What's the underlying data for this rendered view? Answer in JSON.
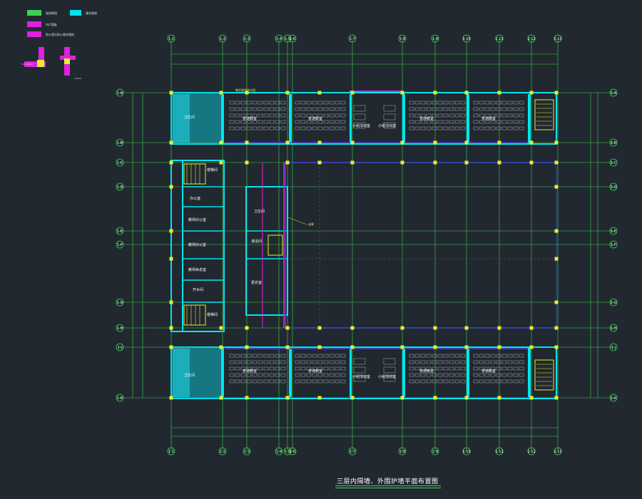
{
  "drawing": {
    "title": "三层内隔墙、外围护墙平面布置图"
  },
  "legend": {
    "items": [
      {
        "label": "轻质隔墙",
        "color": "#39d353"
      },
      {
        "label": "填充墙体",
        "color": "#00e5ee"
      },
      {
        "label": "ALC墙板",
        "color": "#e020e0"
      },
      {
        "label": "防火墙与防火卷帘墙体",
        "color": "#e020e0"
      }
    ]
  },
  "axes": {
    "vertical": [
      "1-1",
      "1-2",
      "1-3",
      "1-4",
      "1-5",
      "1-6",
      "1-7",
      "1-8",
      "1-9",
      "1-10",
      "1-11",
      "1-12",
      "1-13"
    ],
    "horizontal": [
      "1-A",
      "1-B",
      "1-C",
      "1-D",
      "1-E",
      "1-F",
      "1-G",
      "1-H",
      "1-J",
      "1-K"
    ]
  },
  "rooms": {
    "classrooms_top": [
      "普通教室",
      "普通教室",
      "普通教室",
      "普通教室"
    ],
    "classrooms_bottom": [
      "普通教室",
      "普通教室",
      "普通教室",
      "普通教室"
    ],
    "small_top": [
      "小组活动室",
      "小组活动室"
    ],
    "small_bottom": [
      "小组活动室",
      "小组活动室"
    ],
    "west": [
      "楼梯间",
      "办公室",
      "教师办公室",
      "教师办公室",
      "教师休息室",
      "楼梯间"
    ],
    "center": [
      "卫生间",
      "淋浴间",
      "更衣室",
      "开水间"
    ],
    "toilets": [
      "卫生间",
      "卫生间"
    ]
  },
  "annotations": {
    "top_note": "教学楼墙体内墙",
    "center_note": "走廊"
  },
  "colors": {
    "background": "#212830",
    "axis_line": "#3ad94a",
    "wall_cyan": "#00e5ee",
    "wall_magenta": "#e020e0",
    "column": "#e9ef2a",
    "grid": "#5a636e",
    "blue_wall": "#3a4ccf",
    "desk": "#cfd4da"
  }
}
